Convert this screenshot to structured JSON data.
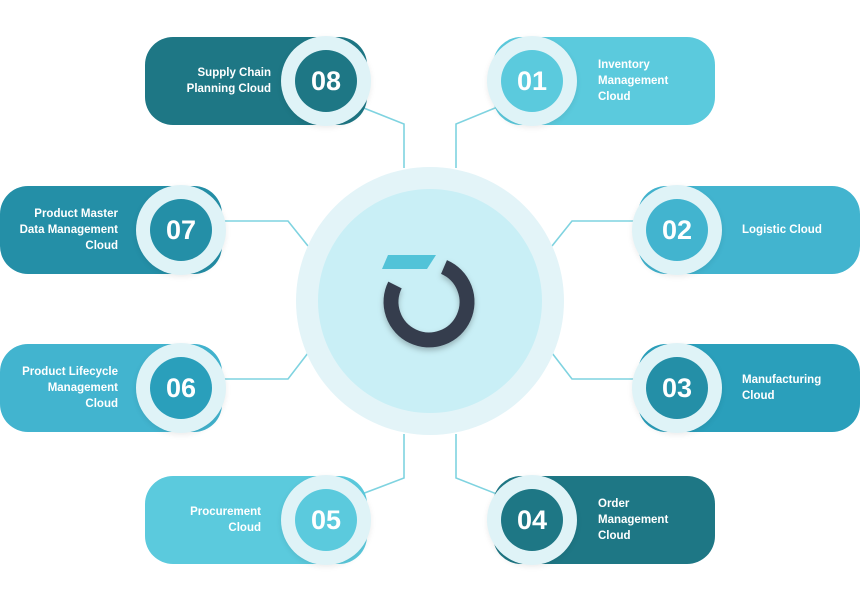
{
  "colors": {
    "dark_teal": "#1e7785",
    "mid_teal": "#248fa7",
    "blue_teal": "#2a9fbb",
    "light_teal": "#42b4cf",
    "pale_teal": "#5bcadd",
    "connector": "#7fd3e0",
    "hub_ring": "#343e4d",
    "hub_accent": "#52c3d8"
  },
  "hub": {
    "icon": "circular-logo-icon"
  },
  "items": [
    {
      "number": "01",
      "label": "Inventory\nManagement\nCloud",
      "side": "right"
    },
    {
      "number": "02",
      "label": "Logistic Cloud",
      "side": "right"
    },
    {
      "number": "03",
      "label": "Manufacturing\nCloud",
      "side": "right"
    },
    {
      "number": "04",
      "label": "Order\nManagement\nCloud",
      "side": "right"
    },
    {
      "number": "05",
      "label": "Procurement\nCloud",
      "side": "left"
    },
    {
      "number": "06",
      "label": "Product Lifecycle\nManagement\nCloud",
      "side": "left"
    },
    {
      "number": "07",
      "label": "Product Master\nData Management\nCloud",
      "side": "left"
    },
    {
      "number": "08",
      "label": "Supply Chain\nPlanning Cloud",
      "side": "left"
    }
  ]
}
